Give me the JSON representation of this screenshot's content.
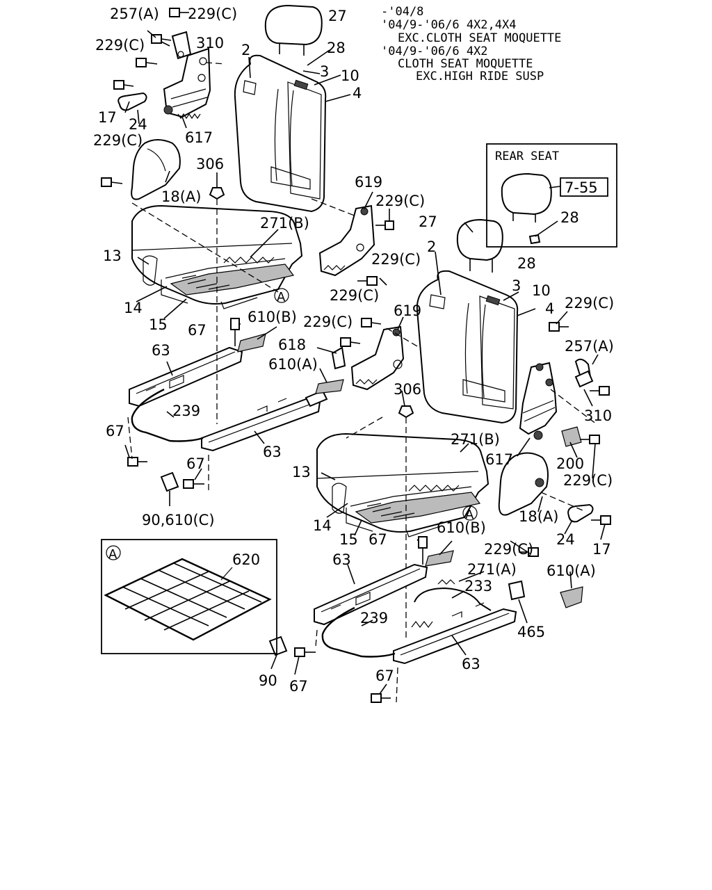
{
  "notes": [
    "-'04/8",
    "'04/9-'06/6 4X2,4X4",
    "EXC.CLOTH SEAT MOQUETTE",
    "'04/9-'06/6 4X2",
    "CLOTH SEAT MOQUETTE",
    "EXC.HIGH RIDE SUSP"
  ],
  "rear_seat": {
    "title": "REAR SEAT",
    "ref": "7-55",
    "part": "28"
  },
  "detail": {
    "marker": "A",
    "part": "620"
  },
  "callouts": [
    "257(A)",
    "229(C)",
    "27",
    "229(C)",
    "310",
    "2",
    "28",
    "3",
    "10",
    "4",
    "17",
    "24",
    "617",
    "229(C)",
    "306",
    "18(A)",
    "619",
    "229(C)",
    "271(B)",
    "27",
    "229(C)",
    "13",
    "2",
    "28",
    "14",
    "3",
    "10",
    "229(C)",
    "4",
    "229(C)",
    "15",
    "67",
    "610(B)",
    "229(C)",
    "619",
    "257(A)",
    "618",
    "63",
    "610(A)",
    "306",
    "239",
    "310",
    "271(B)",
    "67",
    "63",
    "617",
    "200",
    "67",
    "13",
    "229(C)",
    "18(A)",
    "90,610(C)",
    "14",
    "15",
    "67",
    "610(B)",
    "229(C)",
    "24",
    "17",
    "271(A)",
    "610(A)",
    "63",
    "233",
    "465",
    "239",
    "63",
    "90",
    "67",
    "67"
  ],
  "markers": [
    "A",
    "A"
  ]
}
